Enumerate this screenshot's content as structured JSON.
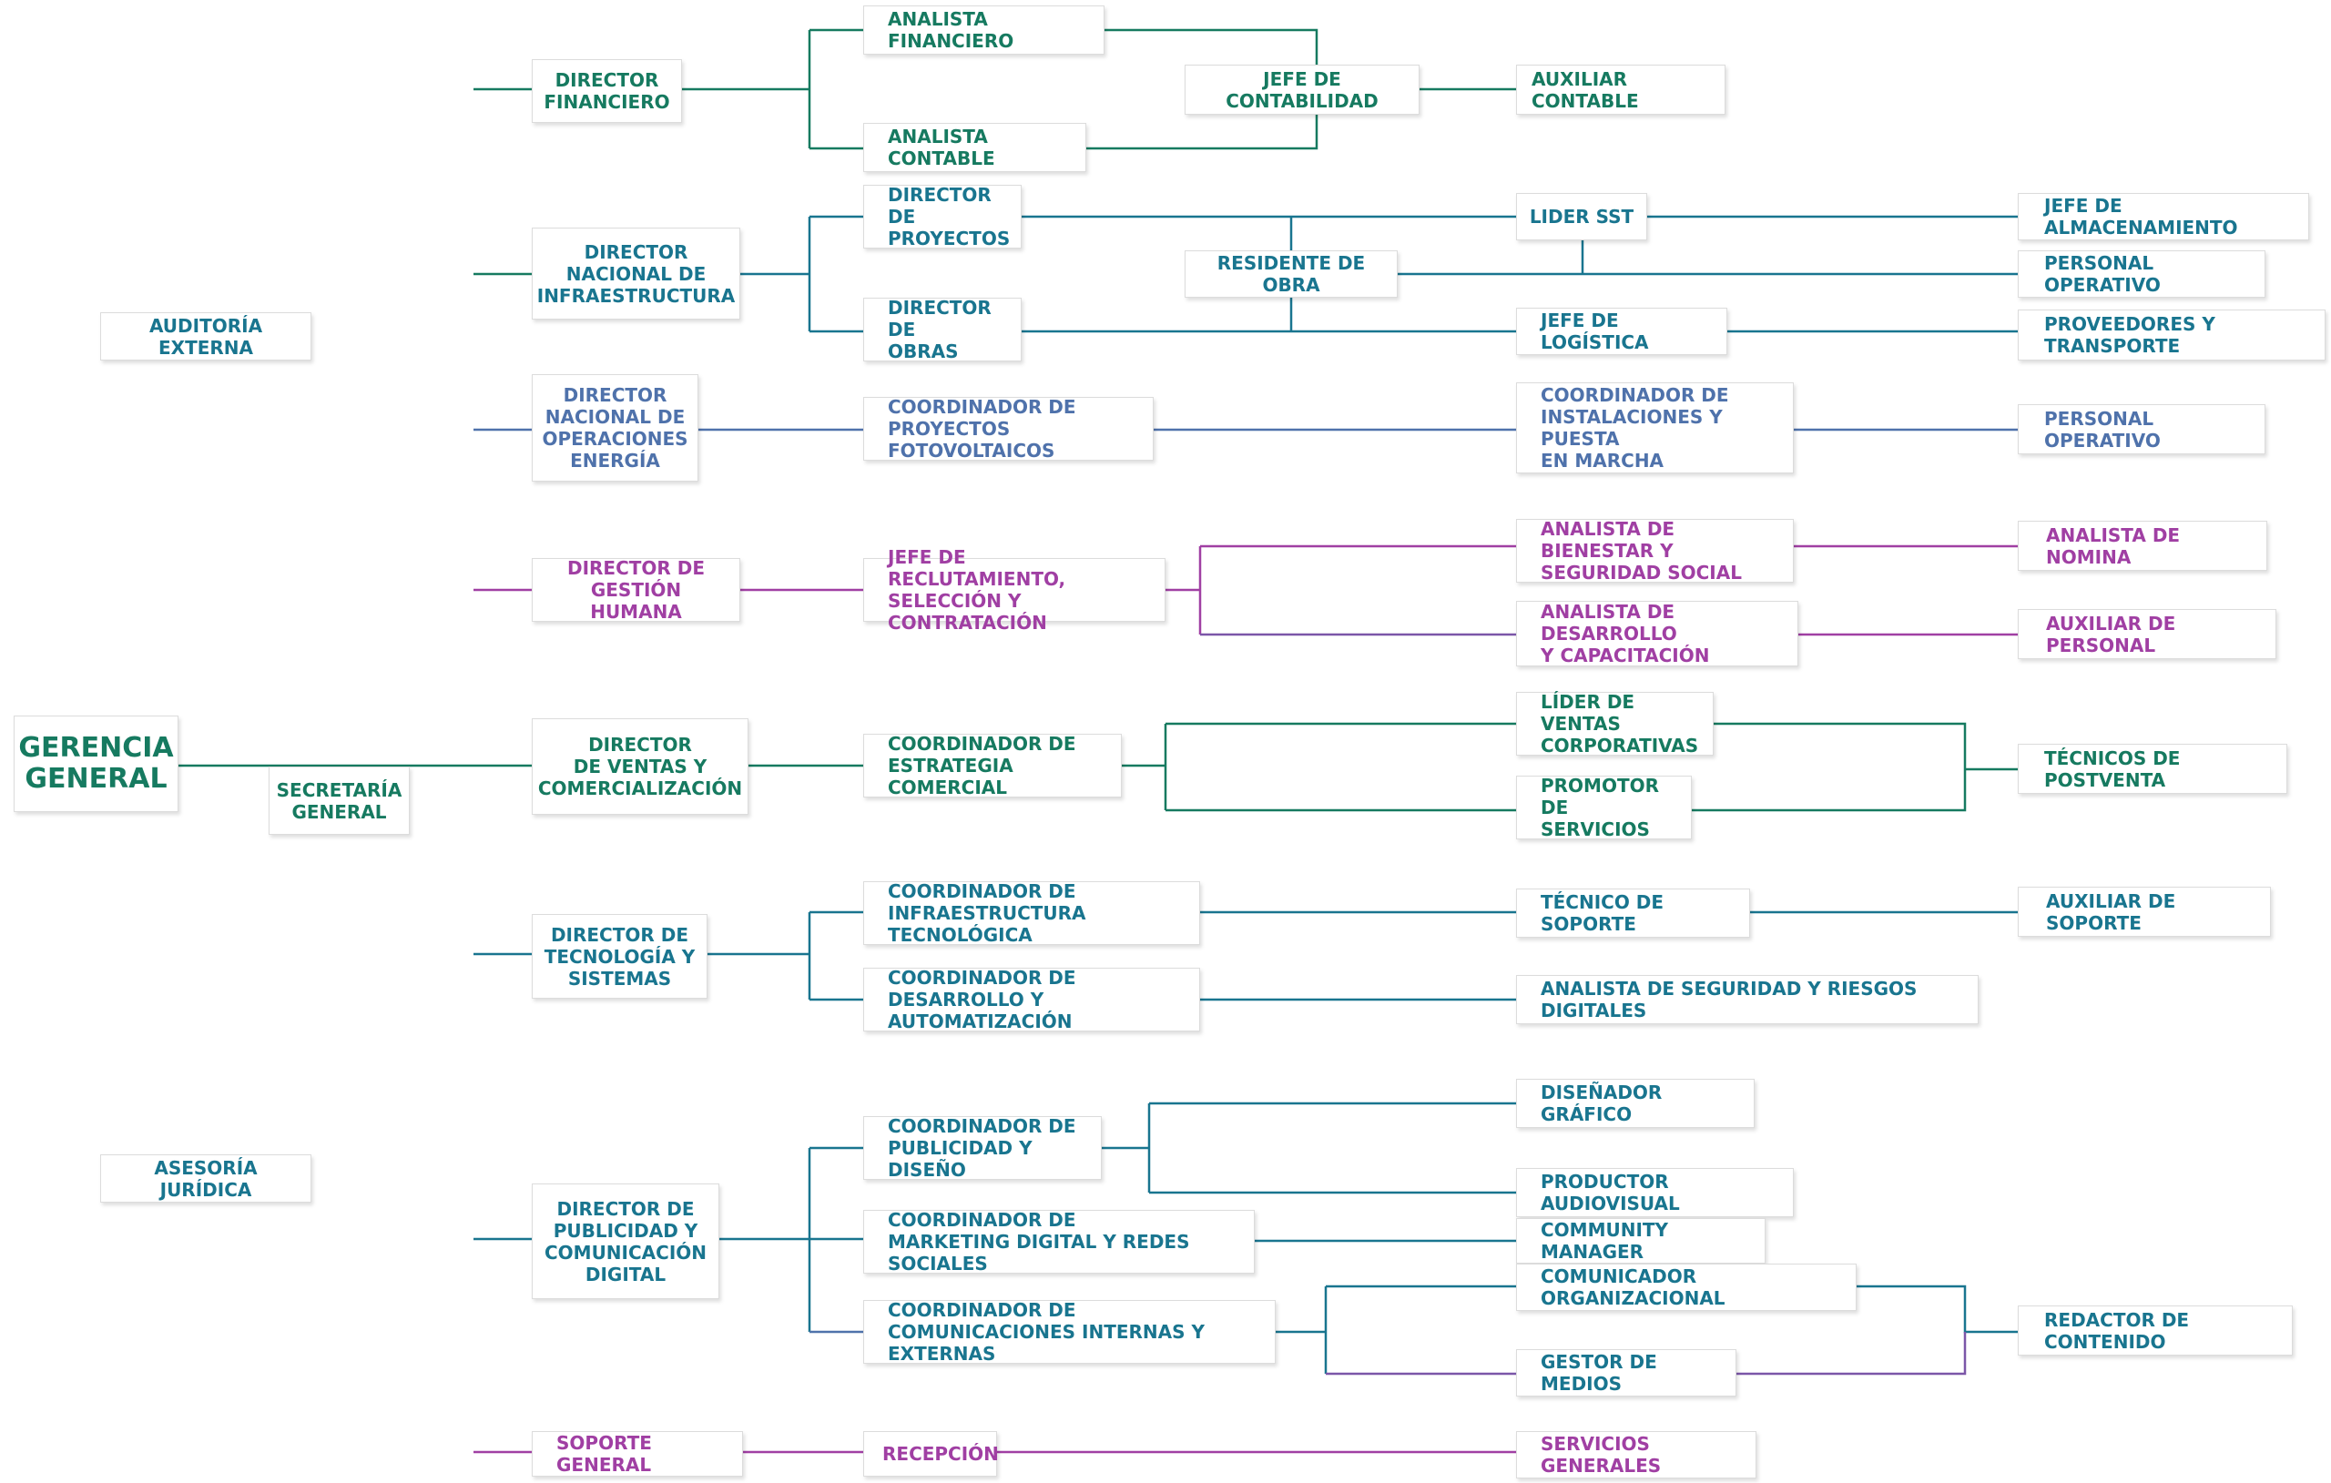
{
  "colors": {
    "green": "#167a60",
    "teal": "#19758f",
    "blue": "#4f72ab",
    "purple": "#a03fa3"
  },
  "root": {
    "label": "GERENCIA\nGENERAL"
  },
  "staff": {
    "auditoria": "AUDITORÍA EXTERNA",
    "secretaria": "SECRETARÍA\nGENERAL",
    "asesoria": "ASESORÍA JURÍDICA"
  },
  "financiero": {
    "director": "DIRECTOR\nFINANCIERO",
    "analista_financiero": "ANALISTA FINANCIERO",
    "analista_contable": "ANALISTA CONTABLE",
    "jefe_contabilidad": "JEFE DE CONTABILIDAD",
    "auxiliar_contable": "AUXILIAR CONTABLE"
  },
  "infraestructura": {
    "director": "DIRECTOR\nNACIONAL DE\nINFRAESTRUCTURA",
    "director_proyectos": "DIRECTOR DE\nPROYECTOS",
    "director_obras": "DIRECTOR DE\nOBRAS",
    "residente_obra": "RESIDENTE DE OBRA",
    "lider_sst": "LIDER SST",
    "jefe_logistica": "JEFE DE LOGÍSTICA",
    "jefe_almacenamiento": "JEFE DE ALMACENAMIENTO",
    "personal_operativo": "PERSONAL OPERATIVO",
    "proveedores": "PROVEEDORES Y TRANSPORTE"
  },
  "energia": {
    "director": "DIRECTOR\nNACIONAL DE\nOPERACIONES\nENERGÍA",
    "coord_fotovoltaicos": "COORDINADOR DE\nPROYECTOS FOTOVOLTAICOS",
    "coord_instalaciones": "COORDINADOR DE\nINSTALACIONES Y PUESTA\nEN MARCHA",
    "personal_operativo": "PERSONAL OPERATIVO"
  },
  "humana": {
    "director": "DIRECTOR DE\nGESTIÓN HUMANA",
    "jefe_reclutamiento": "JEFE DE RECLUTAMIENTO,\nSELECCIÓN Y CONTRATACIÓN",
    "analista_bienestar": "ANALISTA DE BIENESTAR Y\nSEGURIDAD SOCIAL",
    "analista_desarrollo": "ANALISTA DE DESARROLLO\nY CAPACITACIÓN",
    "analista_nomina": "ANALISTA DE NOMINA",
    "auxiliar_personal": "AUXILIAR DE PERSONAL"
  },
  "ventas": {
    "director": "DIRECTOR\nDE VENTAS Y\nCOMERCIALIZACIÓN",
    "coord_estrategia": "COORDINADOR DE\nESTRATEGIA COMERCIAL",
    "lider_ventas": "LÍDER DE VENTAS\nCORPORATIVAS",
    "promotor": "PROMOTOR DE\nSERVICIOS",
    "tecnicos_postventa": "TÉCNICOS DE POSTVENTA"
  },
  "tecnologia": {
    "director": "DIRECTOR DE\nTECNOLOGÍA Y\nSISTEMAS",
    "coord_infra": "COORDINADOR DE\nINFRAESTRUCTURA TECNOLÓGICA",
    "coord_desarrollo": "COORDINADOR DE\nDESARROLLO Y AUTOMATIZACIÓN",
    "tecnico_soporte": "TÉCNICO DE SOPORTE",
    "analista_seguridad": "ANALISTA DE SEGURIDAD Y RIESGOS DIGITALES",
    "auxiliar_soporte": "AUXILIAR DE SOPORTE"
  },
  "publicidad": {
    "director": "DIRECTOR DE\nPUBLICIDAD Y\nCOMUNICACIÓN\nDIGITAL",
    "coord_diseno": "COORDINADOR DE\nPUBLICIDAD Y DISEÑO",
    "coord_marketing": "COORDINADOR DE\nMARKETING DIGITAL Y REDES SOCIALES",
    "coord_comunicaciones": "COORDINADOR DE\nCOMUNICACIONES INTERNAS Y EXTERNAS",
    "disenador": "DISEÑADOR GRÁFICO",
    "productor": "PRODUCTOR AUDIOVISUAL",
    "community": "COMMUNITY MANAGER",
    "comunicador": "COMUNICADOR ORGANIZACIONAL",
    "gestor": "GESTOR DE MEDIOS",
    "redactor": "REDACTOR DE CONTENIDO"
  },
  "soporte": {
    "director": "SOPORTE GENERAL",
    "recepcion": "RECEPCIÓN",
    "servicios": "SERVICIOS GENERALES"
  }
}
